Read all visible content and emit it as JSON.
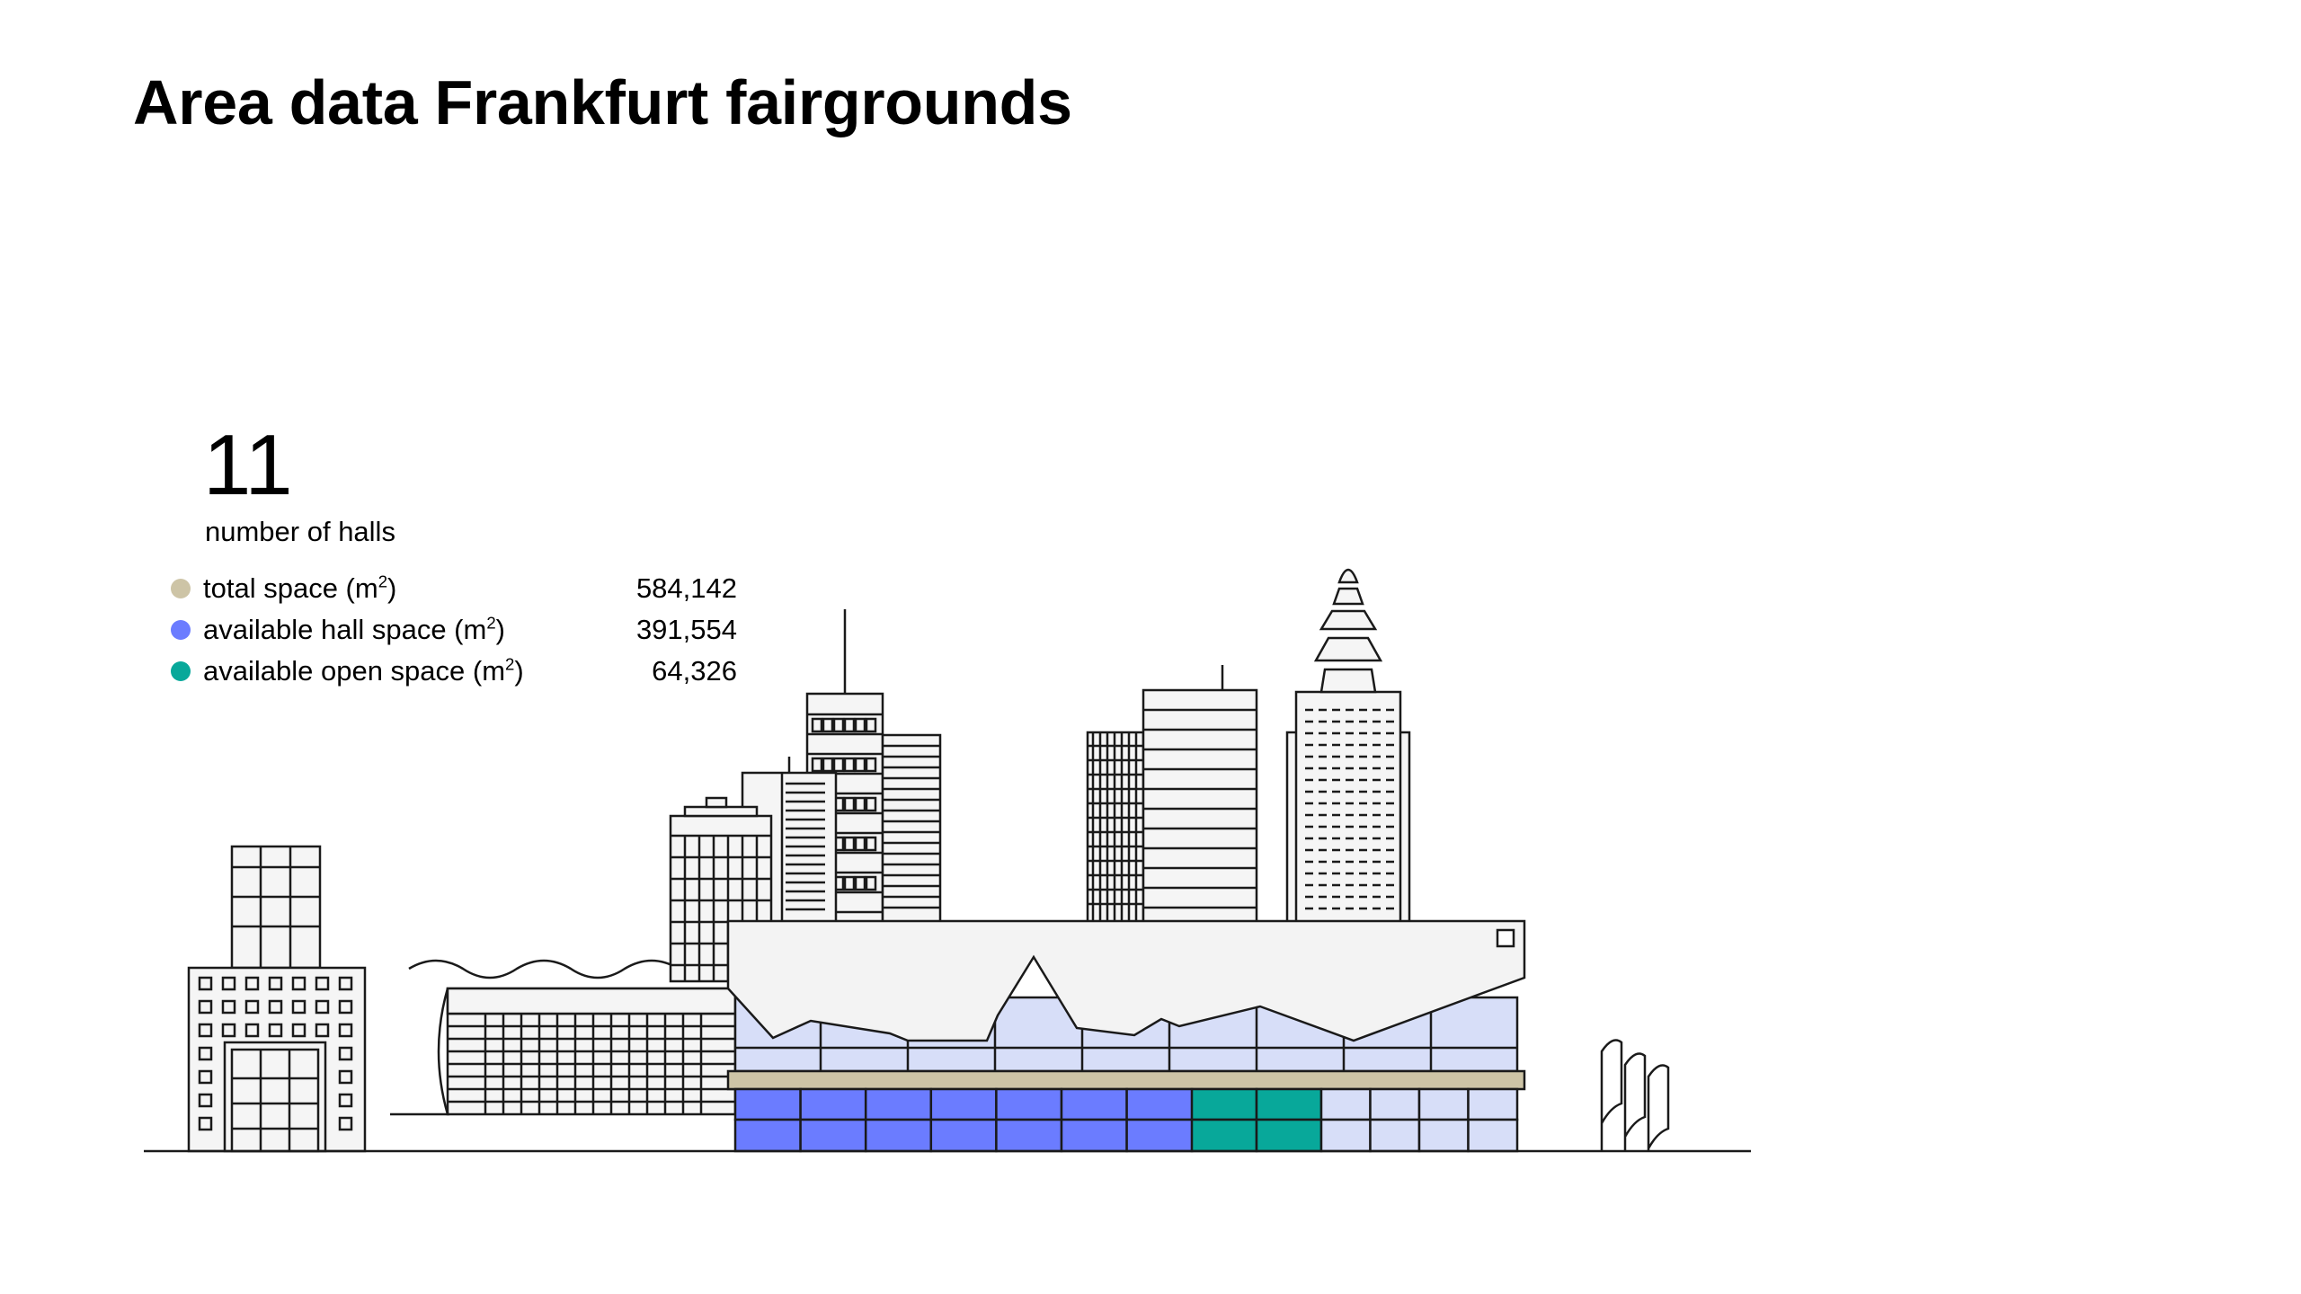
{
  "title": "Area data Frankfurt fairgrounds",
  "halls": {
    "count": "11",
    "label": "number of halls"
  },
  "legend": [
    {
      "label": "total space (m",
      "sup": "2",
      "close": ")",
      "value": "584,142",
      "color": "#cdc4a6"
    },
    {
      "label": "available hall space (m",
      "sup": "2",
      "close": ")",
      "value": "391,554",
      "color": "#6b7cff"
    },
    {
      "label": "available open space (m",
      "sup": "2",
      "close": ")",
      "value": "64,326",
      "color": "#08a89a"
    }
  ],
  "colors": {
    "line": "#1a1a1a",
    "hall_light": "#d7def8",
    "roof": "#f3f3f3",
    "building_fill": "#f5f5f5"
  }
}
